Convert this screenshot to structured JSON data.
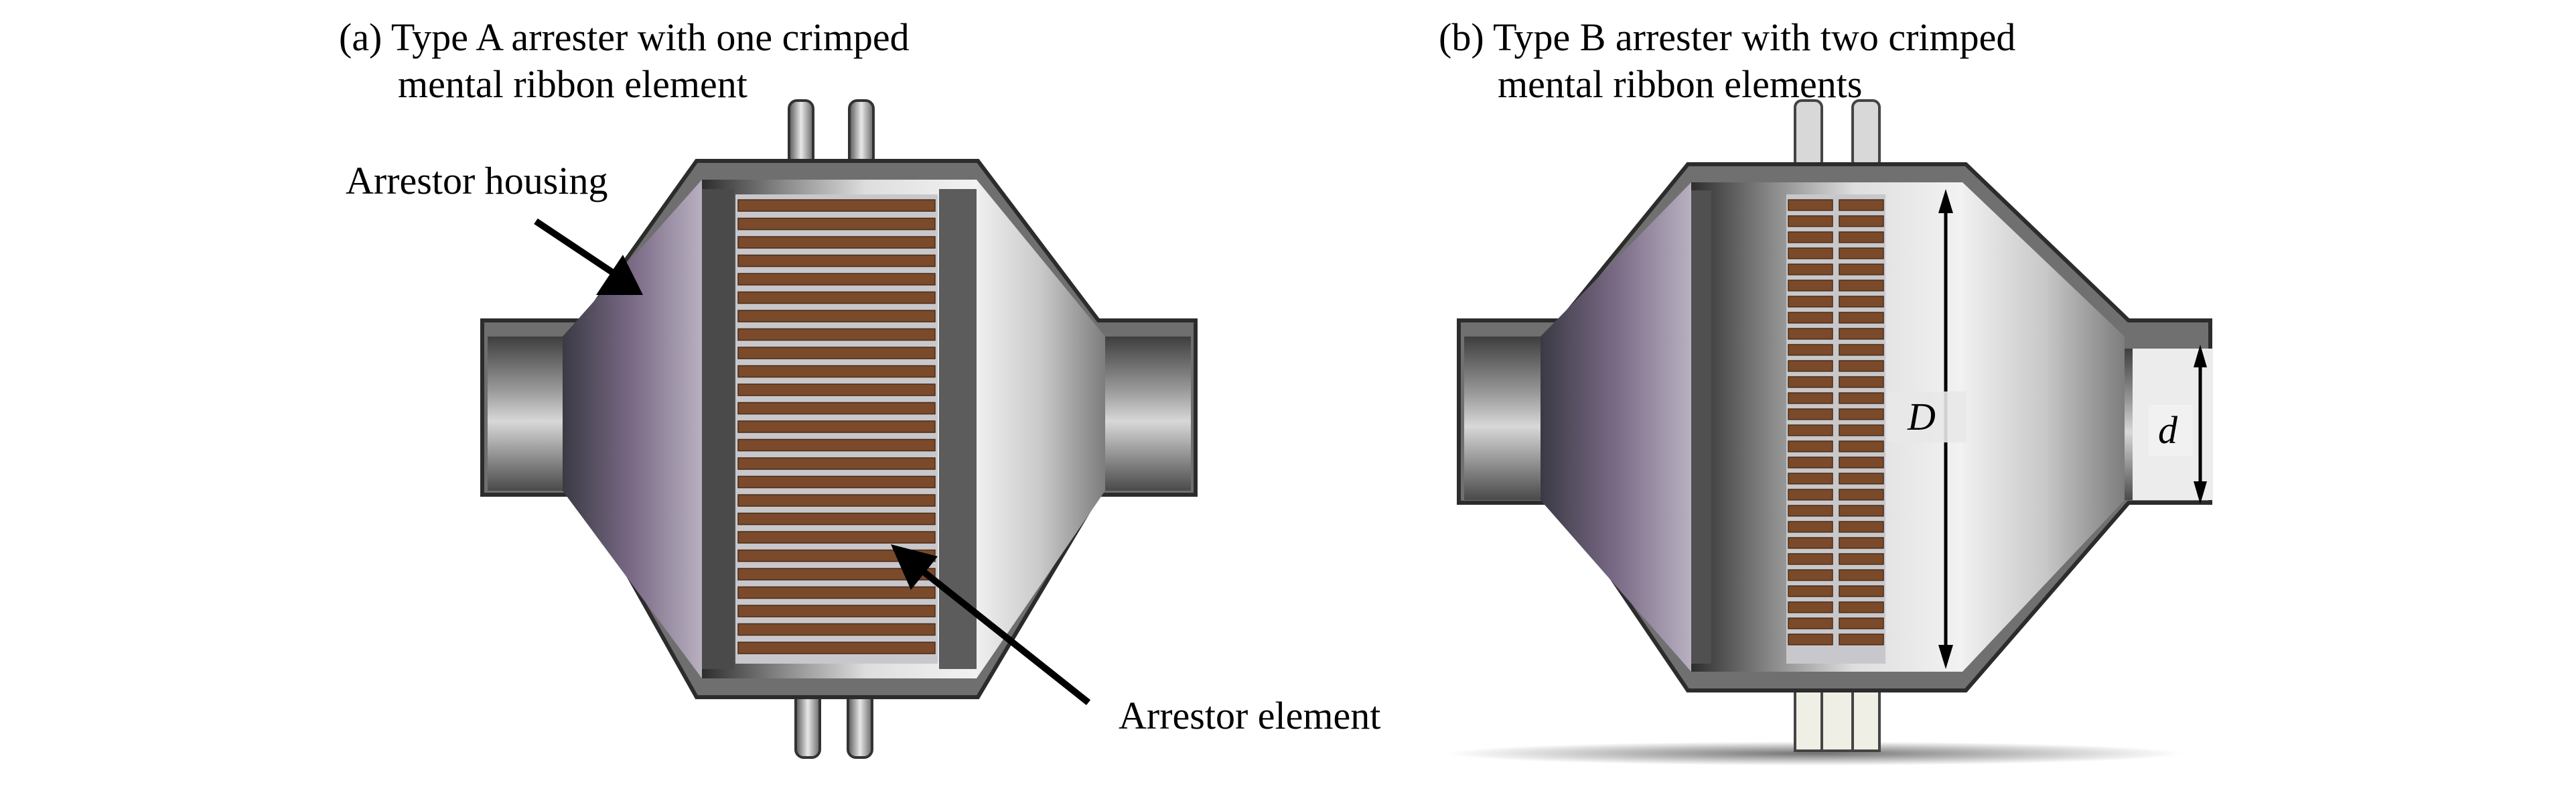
{
  "captions": {
    "a_line1": "(a) Type A arrester with one crimped",
    "a_line2": "mental ribbon element",
    "b_line1": "(b) Type B arrester with two crimped",
    "b_line2": "mental ribbon elements"
  },
  "labels": {
    "housing": "Arrestor housing",
    "element": "Arrestor element",
    "big_d": "D",
    "small_d": "d"
  },
  "colors": {
    "steel_dark": "#555555",
    "steel_mid": "#8f8f8f",
    "steel_light": "#e6e6e6",
    "cone_purple": "#7a6a86",
    "ribbon_brown": "#7a4a2a",
    "ribbon_gap": "#c8c8cc",
    "annotation": "#000000"
  }
}
